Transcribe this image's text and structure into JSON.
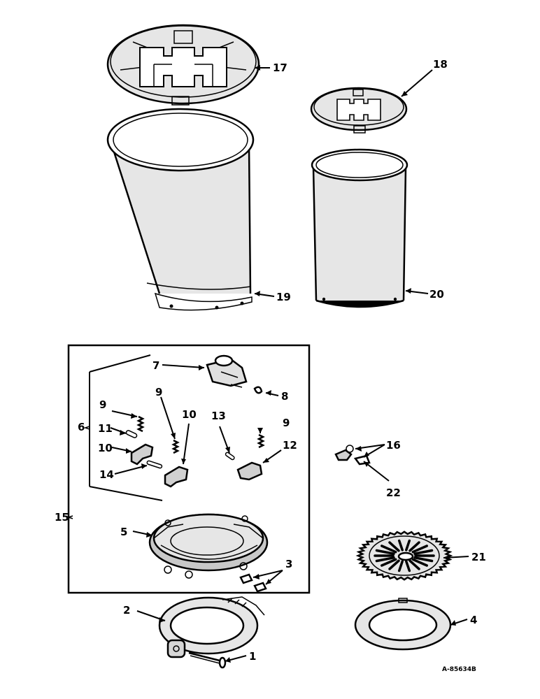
{
  "callouts": {
    "c1": "1",
    "c2": "2",
    "c3": "3",
    "c4": "4",
    "c5": "5",
    "c6": "6",
    "c7": "7",
    "c8": "8",
    "c9a": "9",
    "c9b": "9",
    "c9c": "9",
    "c10a": "10",
    "c10b": "10",
    "c11": "11",
    "c12": "12",
    "c13": "13",
    "c14": "14",
    "c15": "15",
    "c16": "16",
    "c17": "17",
    "c18": "18",
    "c19": "19",
    "c20": "20",
    "c21": "21",
    "c22": "22"
  },
  "reference_code": "A-85634B",
  "colors": {
    "ink": "#000000",
    "paper": "#ffffff",
    "shade": "#e6e6e6",
    "dark_shade": "#9a9a9a"
  }
}
